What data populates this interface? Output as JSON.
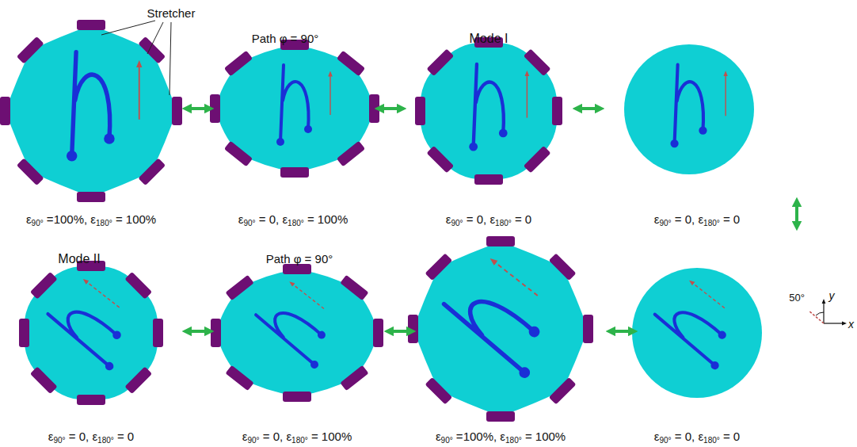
{
  "diagram": {
    "labels": [
      "Stretcher",
      "Path φ = 90°",
      "Mode I",
      "ε90° =100%, ε180° = 100%",
      "ε90° = 0, ε180° = 100%",
      "ε90° = 0, ε180° = 0",
      "ε90° = 0, ε180° = 0",
      "Mode II",
      "Path φ = 90°",
      "ε90° = 0, ε180° = 0",
      "ε90° = 0, ε180° = 100%",
      "ε90° =100%, ε180° = 100%",
      "ε90° = 0, ε180° = 0",
      "50°",
      "y",
      "x"
    ]
  }
}
